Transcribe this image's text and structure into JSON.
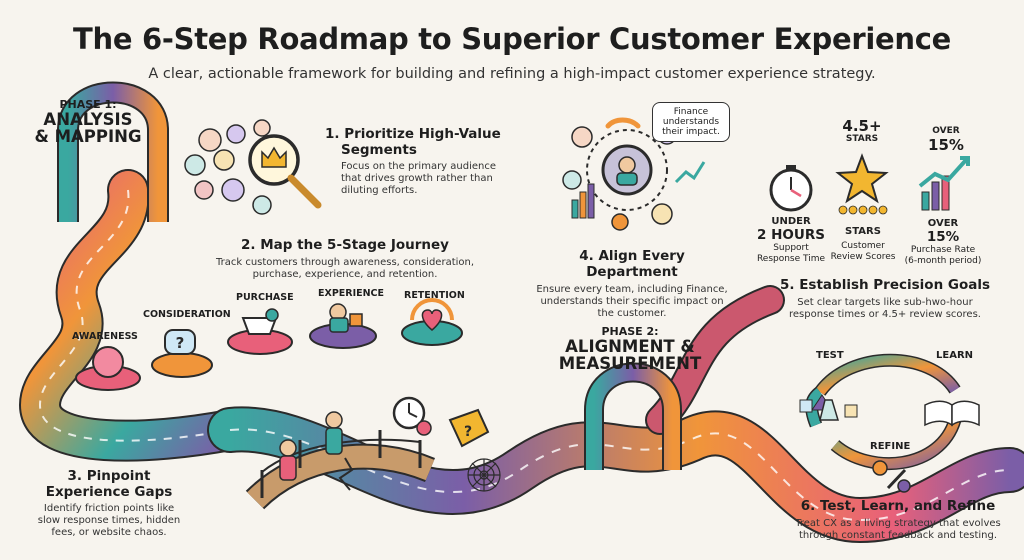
{
  "header": {
    "title": "The 6-Step Roadmap to Superior Customer Experience",
    "subtitle": "A clear, actionable framework for building and refining a high-impact customer experience strategy."
  },
  "phase1": {
    "label": "PHASE 1:",
    "title_line1": "ANALYSIS",
    "title_line2": "& MAPPING"
  },
  "phase2": {
    "label": "PHASE 2:",
    "title_line1": "ALIGNMENT &",
    "title_line2": "MEASUREMENT"
  },
  "steps": [
    {
      "title_line1": "1. Prioritize High-Value",
      "title_line2": "Segments",
      "desc_lines": [
        "Focus on the primary audience",
        "that drives growth rather than",
        "diluting efforts."
      ]
    },
    {
      "title_line1": "2. Map the 5-Stage Journey",
      "desc_lines": [
        "Track customers through awareness, consideration,",
        "purchase, experience, and retention."
      ]
    },
    {
      "title_line1": "3. Pinpoint",
      "title_line2": "Experience Gaps",
      "desc_lines": [
        "Identify friction points like",
        "slow response times, hidden",
        "fees, or website chaos."
      ]
    },
    {
      "title_line1": "4. Align Every Department",
      "desc_lines": [
        "Ensure every team, including Finance,",
        "understands their specific impact on",
        "the customer."
      ]
    },
    {
      "title_line1": "5. Establish Precision Goals",
      "desc_lines": [
        "Set clear targets like sub-hwo-hour",
        "response times or 4.5+ review scores."
      ]
    },
    {
      "title_line1": "6. Test, Learn, and Refine",
      "desc_lines": [
        "Treat CX as a living strategy that evolves",
        "through constant feedback and testing."
      ]
    }
  ],
  "journey_stages": [
    "AWARENESS",
    "CONSIDERATION",
    "PURCHASE",
    "EXPERIENCE",
    "RETENTION"
  ],
  "finance_bubble": [
    "Finance",
    "understands",
    "their impact."
  ],
  "goals": {
    "top_stars": [
      "4.5+",
      "STARS"
    ],
    "top_growth": [
      "OVER",
      "15%"
    ],
    "stats": [
      {
        "big_lines": [
          "UNDER",
          "2 HOURS"
        ],
        "small_lines": [
          "Support",
          "Response Time"
        ]
      },
      {
        "big_lines": [
          "STARS"
        ],
        "small_lines": [
          "Customer",
          "Review Scores"
        ]
      },
      {
        "big_lines": [
          "OVER",
          "15%"
        ],
        "small_lines": [
          "Purchase Rate",
          "(6-month period)"
        ]
      }
    ]
  },
  "loop_labels": {
    "test": "TEST",
    "learn": "LEARN",
    "refine": "REFINE"
  },
  "colors": {
    "teal": "#3aa8a0",
    "purple": "#7b5ea7",
    "orange": "#f0953a",
    "pink": "#e8607a",
    "gold": "#f2b630"
  }
}
